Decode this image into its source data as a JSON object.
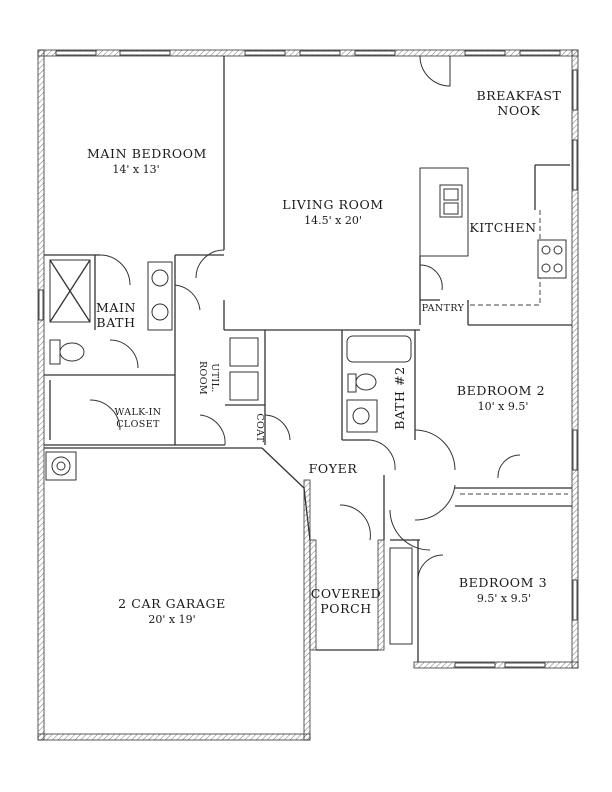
{
  "rooms": {
    "main_bedroom": {
      "name": "MAIN BEDROOM",
      "dim": "14' x 13'"
    },
    "living_room": {
      "name": "LIVING ROOM",
      "dim": "14.5' x 20'"
    },
    "breakfast_nook": {
      "line1": "BREAKFAST",
      "line2": "NOOK"
    },
    "kitchen": {
      "name": "KITCHEN"
    },
    "pantry": {
      "name": "PANTRY"
    },
    "main_bath": {
      "line1": "MAIN",
      "line2": "BATH"
    },
    "walk_in_closet": {
      "line1": "WALK-IN",
      "line2": "CLOSET"
    },
    "util_room": {
      "line1": "UTIL.",
      "line2": "ROOM"
    },
    "coat": {
      "name": "COAT"
    },
    "bath2": {
      "name": "BATH #2"
    },
    "bedroom2": {
      "name": "BEDROOM 2",
      "dim": "10' x 9.5'"
    },
    "foyer": {
      "name": "FOYER"
    },
    "covered_porch": {
      "line1": "COVERED",
      "line2": "PORCH"
    },
    "bedroom3": {
      "name": "BEDROOM 3",
      "dim": "9.5' x 9.5'"
    },
    "garage": {
      "name": "2 CAR GARAGE",
      "dim": "20' x 19'"
    }
  }
}
